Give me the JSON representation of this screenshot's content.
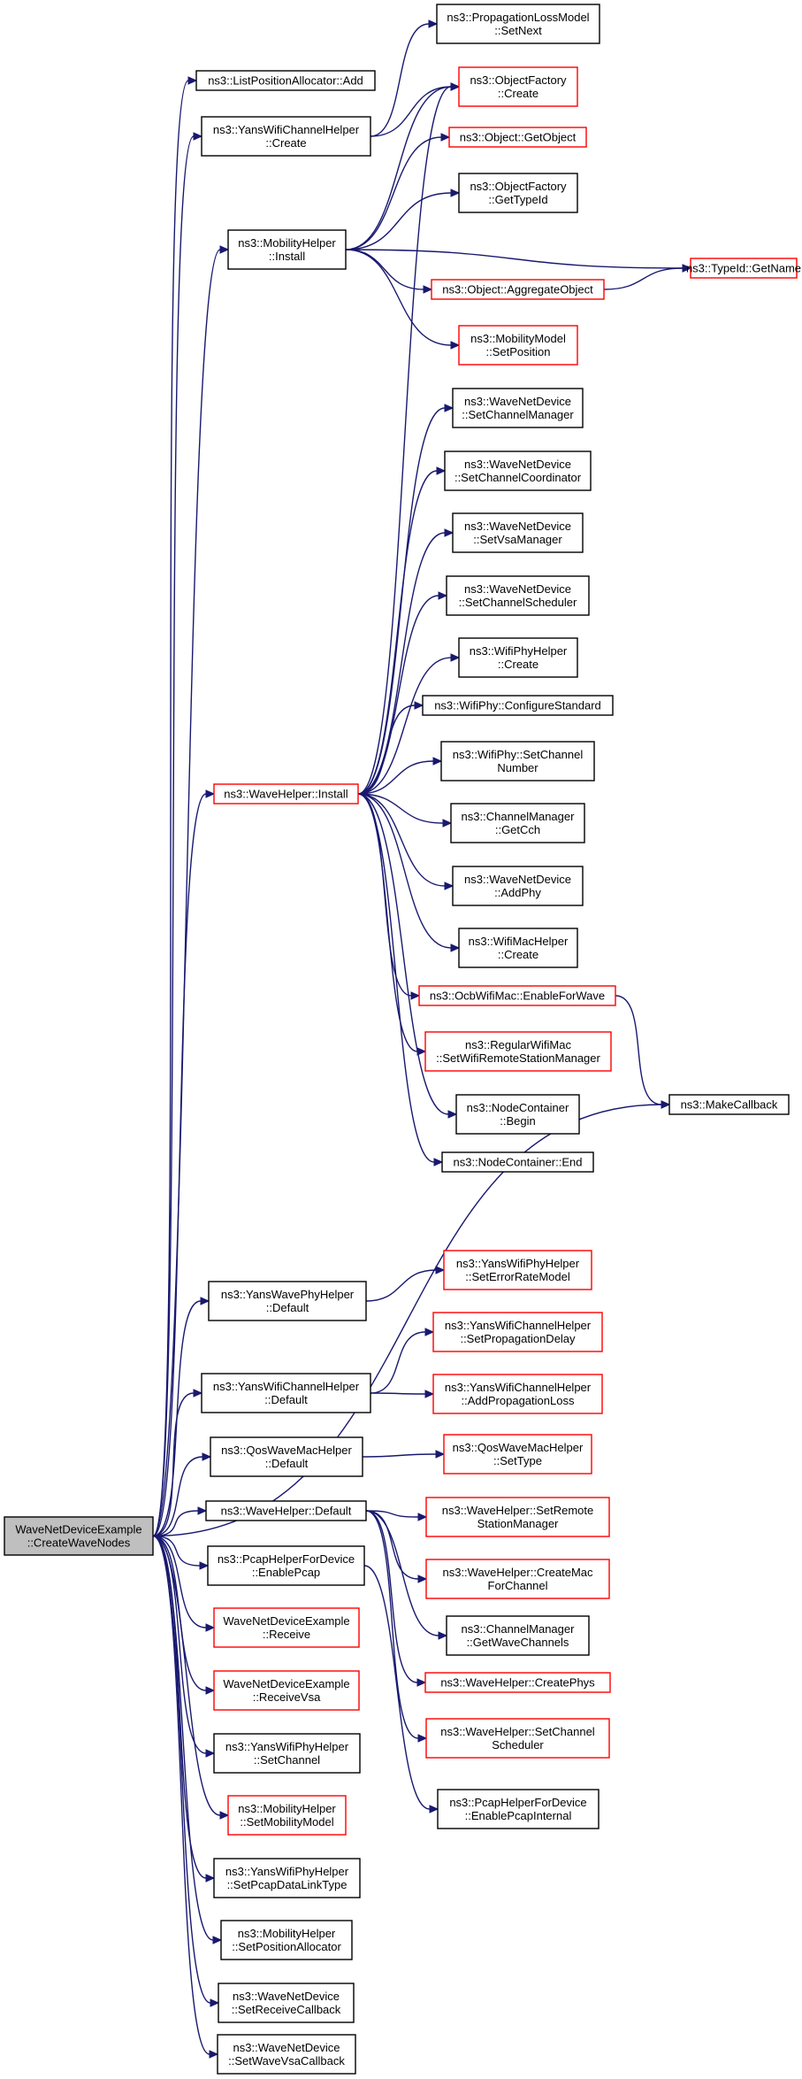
{
  "colors": {
    "edge": "#191970",
    "node_border": "#000000",
    "node_border_truncated": "#ff0000",
    "root_fill": "#bfbfbf",
    "node_fill": "#ffffff"
  },
  "nodes": {
    "root": {
      "lines": [
        "WaveNetDeviceExample",
        "::CreateWaveNodes"
      ],
      "style": "root"
    },
    "listpos_add": {
      "lines": [
        "ns3::ListPositionAllocator::Add"
      ],
      "style": "normal"
    },
    "yanschan_create": {
      "lines": [
        "ns3::YansWifiChannelHelper",
        "::Create"
      ],
      "style": "normal"
    },
    "mobility_install": {
      "lines": [
        "ns3::MobilityHelper",
        "::Install"
      ],
      "style": "normal"
    },
    "wavehelper_install": {
      "lines": [
        "ns3::WaveHelper::Install"
      ],
      "style": "truncated"
    },
    "yanswavephy_default": {
      "lines": [
        "ns3::YansWavePhyHelper",
        "::Default"
      ],
      "style": "normal"
    },
    "yanschan_default": {
      "lines": [
        "ns3::YansWifiChannelHelper",
        "::Default"
      ],
      "style": "normal"
    },
    "qoswavemac_default": {
      "lines": [
        "ns3::QosWaveMacHelper",
        "::Default"
      ],
      "style": "normal"
    },
    "wavehelper_default": {
      "lines": [
        "ns3::WaveHelper::Default"
      ],
      "style": "normal"
    },
    "pcap_enable": {
      "lines": [
        "ns3::PcapHelperForDevice",
        "::EnablePcap"
      ],
      "style": "normal"
    },
    "example_receive": {
      "lines": [
        "WaveNetDeviceExample",
        "::Receive"
      ],
      "style": "truncated"
    },
    "example_receivevsa": {
      "lines": [
        "WaveNetDeviceExample",
        "::ReceiveVsa"
      ],
      "style": "truncated"
    },
    "yansphy_setchannel": {
      "lines": [
        "ns3::YansWifiPhyHelper",
        "::SetChannel"
      ],
      "style": "normal"
    },
    "mobility_setmodel": {
      "lines": [
        "ns3::MobilityHelper",
        "::SetMobilityModel"
      ],
      "style": "truncated"
    },
    "yansphy_setpcap": {
      "lines": [
        "ns3::YansWifiPhyHelper",
        "::SetPcapDataLinkType"
      ],
      "style": "normal"
    },
    "mobility_setposalloc": {
      "lines": [
        "ns3::MobilityHelper",
        "::SetPositionAllocator"
      ],
      "style": "normal"
    },
    "wnd_setreceivecb": {
      "lines": [
        "ns3::WaveNetDevice",
        "::SetReceiveCallback"
      ],
      "style": "normal"
    },
    "wnd_setwavevsacb": {
      "lines": [
        "ns3::WaveNetDevice",
        "::SetWaveVsaCallback"
      ],
      "style": "normal"
    },
    "proploss_setnext": {
      "lines": [
        "ns3::PropagationLossModel",
        "::SetNext"
      ],
      "style": "normal"
    },
    "objfactory_create": {
      "lines": [
        "ns3::ObjectFactory",
        "::Create"
      ],
      "style": "truncated"
    },
    "object_getobject": {
      "lines": [
        "ns3::Object::GetObject"
      ],
      "style": "truncated"
    },
    "objfactory_gettypeid": {
      "lines": [
        "ns3::ObjectFactory",
        "::GetTypeId"
      ],
      "style": "normal"
    },
    "object_aggregate": {
      "lines": [
        "ns3::Object::AggregateObject"
      ],
      "style": "truncated"
    },
    "mobilitymodel_setpos": {
      "lines": [
        "ns3::MobilityModel",
        "::SetPosition"
      ],
      "style": "truncated"
    },
    "typeid_getname": {
      "lines": [
        "ns3::TypeId::GetName"
      ],
      "style": "truncated"
    },
    "wnd_setchanmgr": {
      "lines": [
        "ns3::WaveNetDevice",
        "::SetChannelManager"
      ],
      "style": "normal"
    },
    "wnd_setchancoord": {
      "lines": [
        "ns3::WaveNetDevice",
        "::SetChannelCoordinator"
      ],
      "style": "normal"
    },
    "wnd_setvsamgr": {
      "lines": [
        "ns3::WaveNetDevice",
        "::SetVsaManager"
      ],
      "style": "normal"
    },
    "wnd_setchansched": {
      "lines": [
        "ns3::WaveNetDevice",
        "::SetChannelScheduler"
      ],
      "style": "normal"
    },
    "wifiphyhelper_create": {
      "lines": [
        "ns3::WifiPhyHelper",
        "::Create"
      ],
      "style": "normal"
    },
    "wifiphy_configstd": {
      "lines": [
        "ns3::WifiPhy::ConfigureStandard"
      ],
      "style": "normal"
    },
    "wifiphy_setchannum": {
      "lines": [
        "ns3::WifiPhy::SetChannel",
        "Number"
      ],
      "style": "normal"
    },
    "chanmgr_getcch": {
      "lines": [
        "ns3::ChannelManager",
        "::GetCch"
      ],
      "style": "normal"
    },
    "wnd_addphy": {
      "lines": [
        "ns3::WaveNetDevice",
        "::AddPhy"
      ],
      "style": "normal"
    },
    "wifimachelper_create": {
      "lines": [
        "ns3::WifiMacHelper",
        "::Create"
      ],
      "style": "normal"
    },
    "ocbmac_enablewave": {
      "lines": [
        "ns3::OcbWifiMac::EnableForWave"
      ],
      "style": "truncated"
    },
    "regularmac_setrsm": {
      "lines": [
        "ns3::RegularWifiMac",
        "::SetWifiRemoteStationManager"
      ],
      "style": "truncated"
    },
    "nodecontainer_begin": {
      "lines": [
        "ns3::NodeContainer",
        "::Begin"
      ],
      "style": "normal"
    },
    "nodecontainer_end": {
      "lines": [
        "ns3::NodeContainer::End"
      ],
      "style": "normal"
    },
    "makecallback": {
      "lines": [
        "ns3::MakeCallback"
      ],
      "style": "normal"
    },
    "yansphy_seterrormodel": {
      "lines": [
        "ns3::YansWifiPhyHelper",
        "::SetErrorRateModel"
      ],
      "style": "truncated"
    },
    "yanschan_setpropdelay": {
      "lines": [
        "ns3::YansWifiChannelHelper",
        "::SetPropagationDelay"
      ],
      "style": "truncated"
    },
    "yanschan_addproploss": {
      "lines": [
        "ns3::YansWifiChannelHelper",
        "::AddPropagationLoss"
      ],
      "style": "truncated"
    },
    "qoswavemac_settype": {
      "lines": [
        "ns3::QosWaveMacHelper",
        "::SetType"
      ],
      "style": "truncated"
    },
    "wavehelper_setrsm": {
      "lines": [
        "ns3::WaveHelper::SetRemote",
        "StationManager"
      ],
      "style": "truncated"
    },
    "wavehelper_createmac": {
      "lines": [
        "ns3::WaveHelper::CreateMac",
        "ForChannel"
      ],
      "style": "truncated"
    },
    "chanmgr_getwavechans": {
      "lines": [
        "ns3::ChannelManager",
        "::GetWaveChannels"
      ],
      "style": "normal"
    },
    "wavehelper_createphys": {
      "lines": [
        "ns3::WaveHelper::CreatePhys"
      ],
      "style": "truncated"
    },
    "wavehelper_setchansched": {
      "lines": [
        "ns3::WaveHelper::SetChannel",
        "Scheduler"
      ],
      "style": "truncated"
    },
    "pcap_enableinternal": {
      "lines": [
        "ns3::PcapHelperForDevice",
        "::EnablePcapInternal"
      ],
      "style": "normal"
    }
  },
  "edges": [
    [
      "root",
      "listpos_add"
    ],
    [
      "root",
      "yanschan_create"
    ],
    [
      "root",
      "mobility_install"
    ],
    [
      "root",
      "wavehelper_install"
    ],
    [
      "root",
      "makecallback"
    ],
    [
      "root",
      "yanswavephy_default"
    ],
    [
      "root",
      "yanschan_default"
    ],
    [
      "root",
      "qoswavemac_default"
    ],
    [
      "root",
      "wavehelper_default"
    ],
    [
      "root",
      "pcap_enable"
    ],
    [
      "root",
      "example_receive"
    ],
    [
      "root",
      "example_receivevsa"
    ],
    [
      "root",
      "yansphy_setchannel"
    ],
    [
      "root",
      "mobility_setmodel"
    ],
    [
      "root",
      "yansphy_setpcap"
    ],
    [
      "root",
      "mobility_setposalloc"
    ],
    [
      "root",
      "wnd_setreceivecb"
    ],
    [
      "root",
      "wnd_setwavevsacb"
    ],
    [
      "yanschan_create",
      "proploss_setnext"
    ],
    [
      "yanschan_create",
      "objfactory_create"
    ],
    [
      "mobility_install",
      "objfactory_create"
    ],
    [
      "mobility_install",
      "object_getobject"
    ],
    [
      "mobility_install",
      "objfactory_gettypeid"
    ],
    [
      "mobility_install",
      "object_aggregate"
    ],
    [
      "mobility_install",
      "mobilitymodel_setpos"
    ],
    [
      "mobility_install",
      "typeid_getname"
    ],
    [
      "object_aggregate",
      "typeid_getname"
    ],
    [
      "wavehelper_install",
      "objfactory_create"
    ],
    [
      "wavehelper_install",
      "wnd_setchanmgr"
    ],
    [
      "wavehelper_install",
      "wnd_setchancoord"
    ],
    [
      "wavehelper_install",
      "wnd_setvsamgr"
    ],
    [
      "wavehelper_install",
      "wnd_setchansched"
    ],
    [
      "wavehelper_install",
      "wifiphyhelper_create"
    ],
    [
      "wavehelper_install",
      "wifiphy_configstd"
    ],
    [
      "wavehelper_install",
      "wifiphy_setchannum"
    ],
    [
      "wavehelper_install",
      "chanmgr_getcch"
    ],
    [
      "wavehelper_install",
      "wnd_addphy"
    ],
    [
      "wavehelper_install",
      "wifimachelper_create"
    ],
    [
      "wavehelper_install",
      "ocbmac_enablewave"
    ],
    [
      "wavehelper_install",
      "regularmac_setrsm"
    ],
    [
      "wavehelper_install",
      "nodecontainer_begin"
    ],
    [
      "wavehelper_install",
      "nodecontainer_end"
    ],
    [
      "ocbmac_enablewave",
      "makecallback"
    ],
    [
      "yanswavephy_default",
      "yansphy_seterrormodel"
    ],
    [
      "yanschan_default",
      "yanschan_setpropdelay"
    ],
    [
      "yanschan_default",
      "yanschan_addproploss"
    ],
    [
      "qoswavemac_default",
      "qoswavemac_settype"
    ],
    [
      "wavehelper_default",
      "wavehelper_setrsm"
    ],
    [
      "wavehelper_default",
      "wavehelper_createmac"
    ],
    [
      "wavehelper_default",
      "chanmgr_getwavechans"
    ],
    [
      "wavehelper_default",
      "wavehelper_createphys"
    ],
    [
      "wavehelper_default",
      "wavehelper_setchansched"
    ],
    [
      "pcap_enable",
      "pcap_enableinternal"
    ]
  ]
}
